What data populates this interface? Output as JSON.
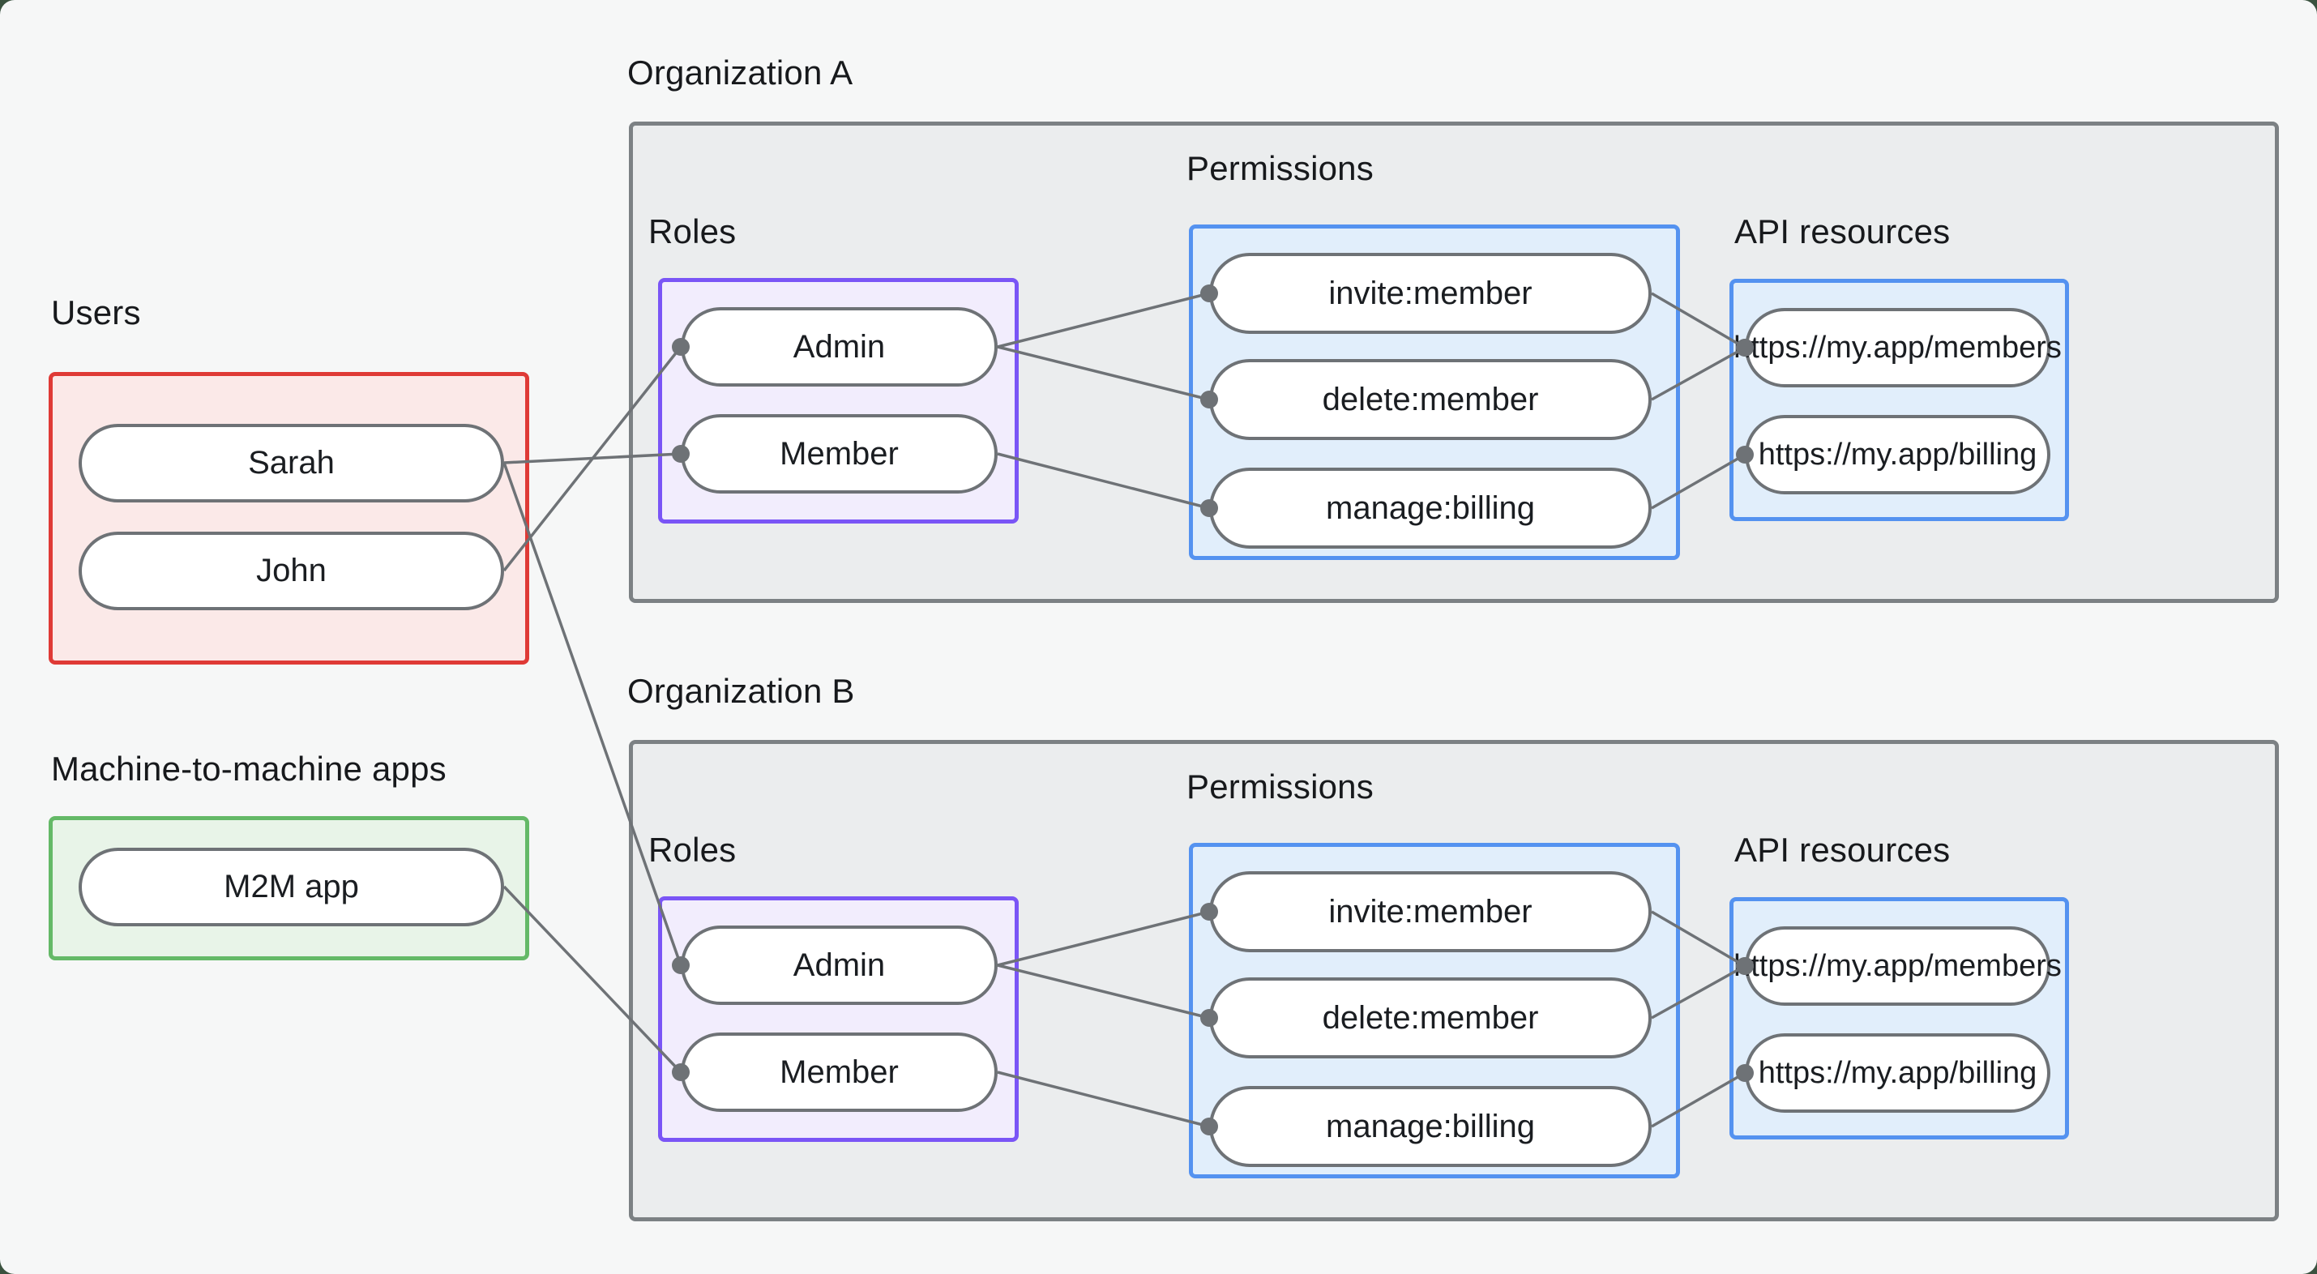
{
  "colors": {
    "page_background": "#f6f7f7",
    "frame_backdrop": "#3a523f",
    "org_box_border": "#7c8184",
    "org_box_fill": "#ebedee",
    "users_box_border": "#df3a36",
    "users_box_fill": "#fbe9e8",
    "m2m_box_border": "#64b967",
    "m2m_box_fill": "#e8f4e8",
    "roles_box_border": "#7a55f6",
    "roles_box_fill": "#f2edfd",
    "blue_box_border": "#5492f0",
    "blue_box_fill": "#e1eefb",
    "connector_line": "#6e7276",
    "node_border": "#6e7276",
    "text": "#17191c"
  },
  "users_section": {
    "label": "Users",
    "items": [
      {
        "id": "sarah",
        "label": "Sarah"
      },
      {
        "id": "john",
        "label": "John"
      }
    ]
  },
  "m2m_section": {
    "label": "Machine-to-machine apps",
    "items": [
      {
        "id": "m2m",
        "label": "M2M app"
      }
    ]
  },
  "organizations": [
    {
      "label": "Organization A",
      "roles": {
        "label": "Roles",
        "items": [
          {
            "id": "a_admin",
            "label": "Admin"
          },
          {
            "id": "a_member",
            "label": "Member"
          }
        ]
      },
      "permissions": {
        "label": "Permissions",
        "items": [
          {
            "id": "a_invite",
            "label": "invite:member"
          },
          {
            "id": "a_delete",
            "label": "delete:member"
          },
          {
            "id": "a_manage",
            "label": "manage:billing"
          }
        ]
      },
      "api_resources": {
        "label": "API resources",
        "items": [
          {
            "id": "a_members",
            "label": "https://my.app/members"
          },
          {
            "id": "a_billing",
            "label": "https://my.app/billing"
          }
        ]
      }
    },
    {
      "label": "Organization B",
      "roles": {
        "label": "Roles",
        "items": [
          {
            "id": "b_admin",
            "label": "Admin"
          },
          {
            "id": "b_member",
            "label": "Member"
          }
        ]
      },
      "permissions": {
        "label": "Permissions",
        "items": [
          {
            "id": "b_invite",
            "label": "invite:member"
          },
          {
            "id": "b_delete",
            "label": "delete:member"
          },
          {
            "id": "b_manage",
            "label": "manage:billing"
          }
        ]
      },
      "api_resources": {
        "label": "API resources",
        "items": [
          {
            "id": "b_members",
            "label": "https://my.app/members"
          },
          {
            "id": "b_billing",
            "label": "https://my.app/billing"
          }
        ]
      }
    }
  ],
  "connections": [
    {
      "from": "sarah",
      "to": "a_member"
    },
    {
      "from": "john",
      "to": "a_admin"
    },
    {
      "from": "sarah",
      "to": "b_admin"
    },
    {
      "from": "m2m",
      "to": "b_member"
    },
    {
      "from": "a_admin",
      "to": "a_invite"
    },
    {
      "from": "a_admin",
      "to": "a_delete"
    },
    {
      "from": "a_member",
      "to": "a_manage"
    },
    {
      "from": "a_invite",
      "to": "a_members"
    },
    {
      "from": "a_delete",
      "to": "a_members"
    },
    {
      "from": "a_manage",
      "to": "a_billing"
    },
    {
      "from": "b_admin",
      "to": "b_invite"
    },
    {
      "from": "b_admin",
      "to": "b_delete"
    },
    {
      "from": "b_member",
      "to": "b_manage"
    },
    {
      "from": "b_invite",
      "to": "b_members"
    },
    {
      "from": "b_delete",
      "to": "b_members"
    },
    {
      "from": "b_manage",
      "to": "b_billing"
    }
  ]
}
